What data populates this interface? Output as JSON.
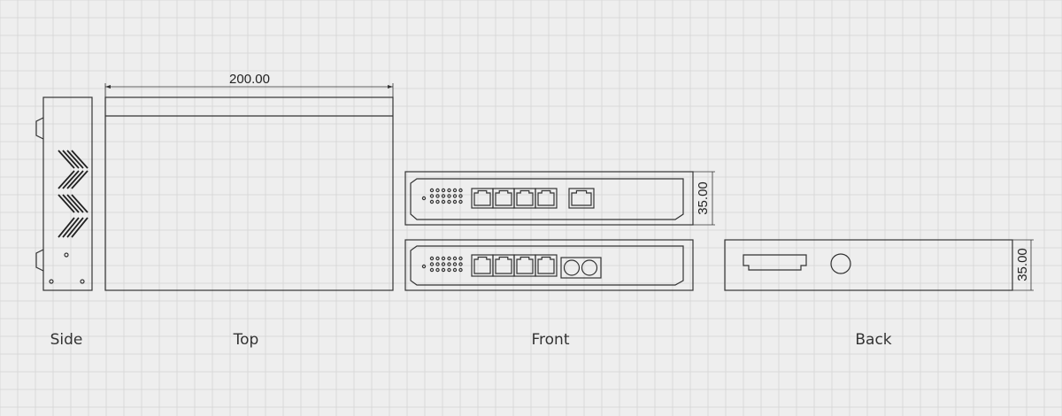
{
  "colors": {
    "background": "#eeeeee",
    "grid_line": "#d9d9d9",
    "outline": "#333333",
    "text": "#222222"
  },
  "dimensions": {
    "top_width": "200.00",
    "front_height": "35.00",
    "back_height": "35.00"
  },
  "views": {
    "side": "Side",
    "top": "Top",
    "front": "Front",
    "back": "Back"
  },
  "front_panels": {
    "upper": {
      "copper_ports": 4,
      "uplink_ports": 1,
      "uplink_type": "rj45"
    },
    "lower": {
      "copper_ports": 4,
      "uplink_ports": 2,
      "uplink_type": "fiber"
    }
  }
}
